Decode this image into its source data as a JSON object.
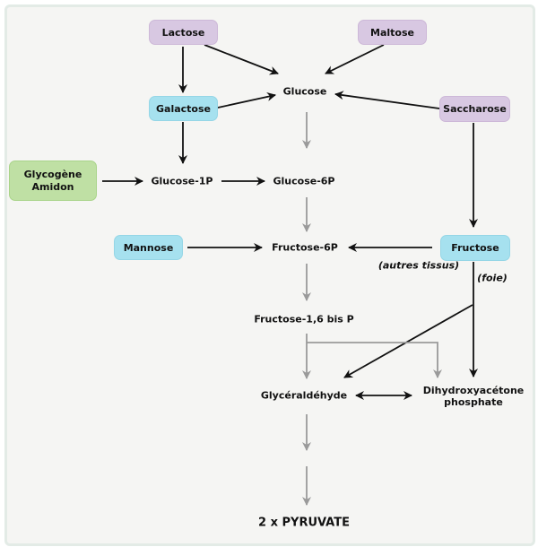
{
  "sources": {
    "lactose": "Lactose",
    "maltose": "Maltose",
    "galactose": "Galactose",
    "saccharose": "Saccharose",
    "glycogene": "Glycogène",
    "amidon": "Amidon",
    "mannose": "Mannose",
    "fructose": "Fructose"
  },
  "metabolites": {
    "glucose": "Glucose",
    "glucose_1p": "Glucose-1P",
    "glucose_6p": "Glucose-6P",
    "fructose_6p": "Fructose-6P",
    "fructose_16bp": "Fructose-1,6 bis P",
    "glyceraldehyde": "Glycéraldéhyde",
    "dhap_line1": "Dihydroxyacétone",
    "dhap_line2": "phosphate",
    "pyruvate": "2 x PYRUVATE"
  },
  "annotations": {
    "autres_tissus": "(autres tissus)",
    "foie": "(foie)"
  },
  "colors": {
    "purple_box": "#d8c8e2",
    "blue_box": "#a6e1ef",
    "green_box": "#bfe0a4",
    "black_arrow": "#111111",
    "gray_arrow": "#9a9a9a",
    "background": "#f5f5f3"
  }
}
